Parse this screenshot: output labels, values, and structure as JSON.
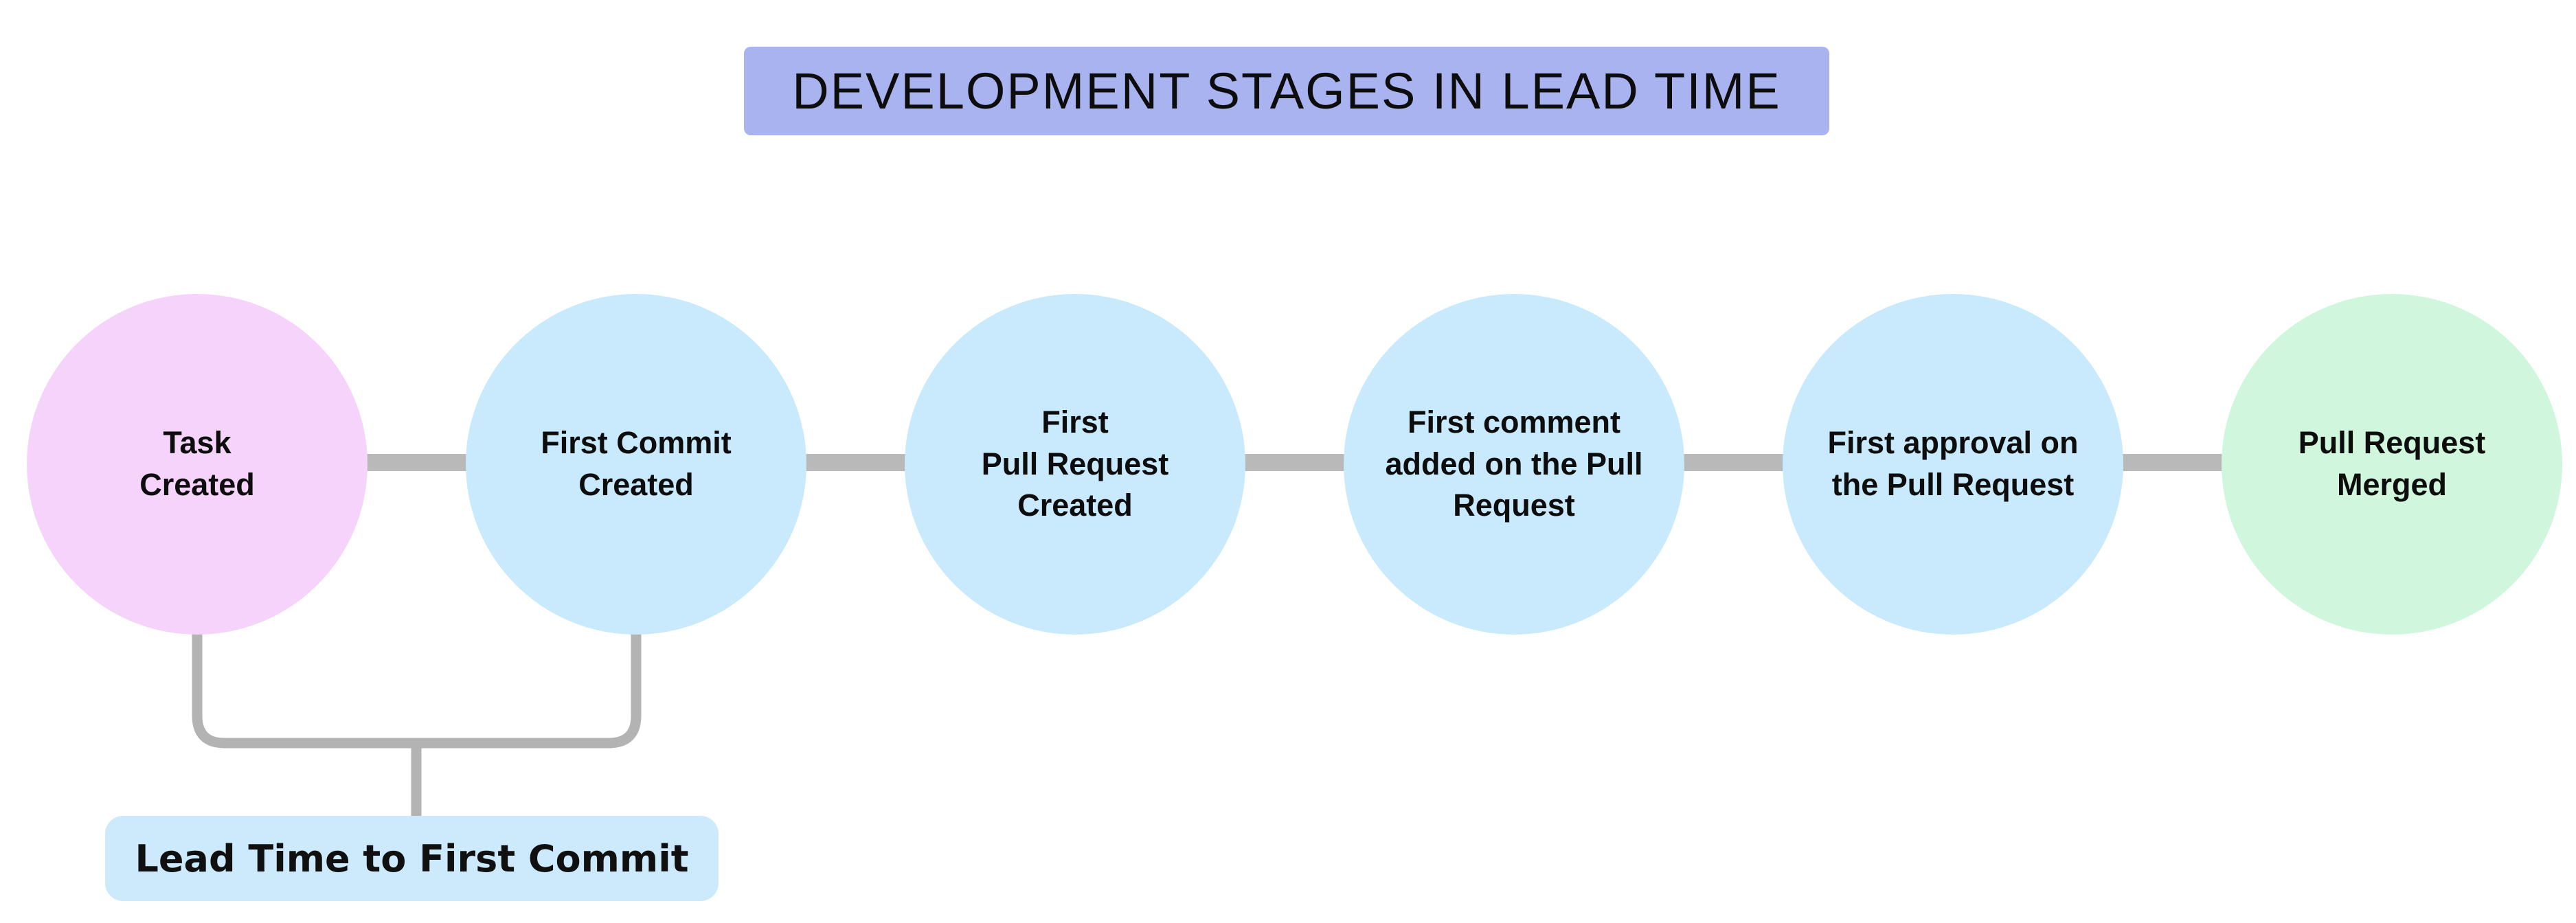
{
  "title": {
    "text": "DEVELOPMENT STAGES IN LEAD TIME",
    "bg_color": "#a9b3f0"
  },
  "stages": [
    {
      "label": "Task\nCreated",
      "color": "#f6d3fb"
    },
    {
      "label": "First Commit\nCreated",
      "color": "#c9e9fc"
    },
    {
      "label": "First\nPull Request\nCreated",
      "color": "#c9e9fc"
    },
    {
      "label": "First comment\nadded on the Pull\nRequest",
      "color": "#c9e9fc"
    },
    {
      "label": "First approval on\nthe Pull Request",
      "color": "#c9e9fc"
    },
    {
      "label": "Pull Request\nMerged",
      "color": "#d0f6dd"
    }
  ],
  "annotation": {
    "label": "Lead Time to First Commit",
    "bg_color": "#cdeafd"
  },
  "connector_color": "#b9b9b9",
  "bracket_color": "#b3b3b3"
}
